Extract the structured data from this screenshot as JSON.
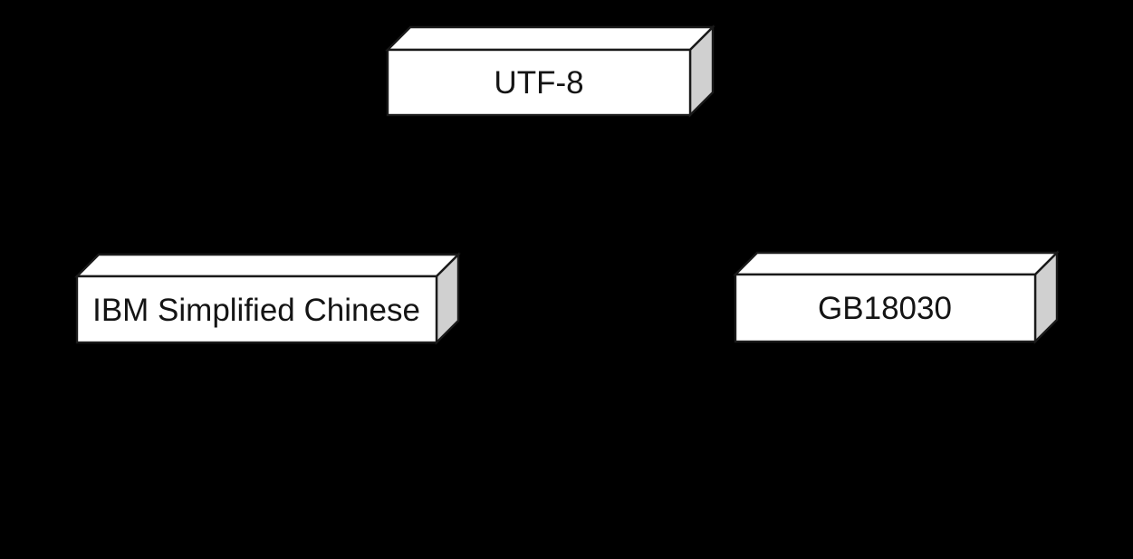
{
  "diagram": {
    "description": "Character encoding 3D-box diagram on black background",
    "background_color": "#000000",
    "box_style": {
      "front_fill": "#ffffff",
      "top_fill": "#ffffff",
      "side_fill": "#d0d0d0",
      "stroke": "#1a1a1a",
      "text_color": "#141414"
    },
    "nodes": [
      {
        "id": "utf-8",
        "label": "UTF-8"
      },
      {
        "id": "ibm-simplified-chinese",
        "label": "IBM Simplified Chinese"
      },
      {
        "id": "gb18030",
        "label": "GB18030"
      }
    ]
  }
}
